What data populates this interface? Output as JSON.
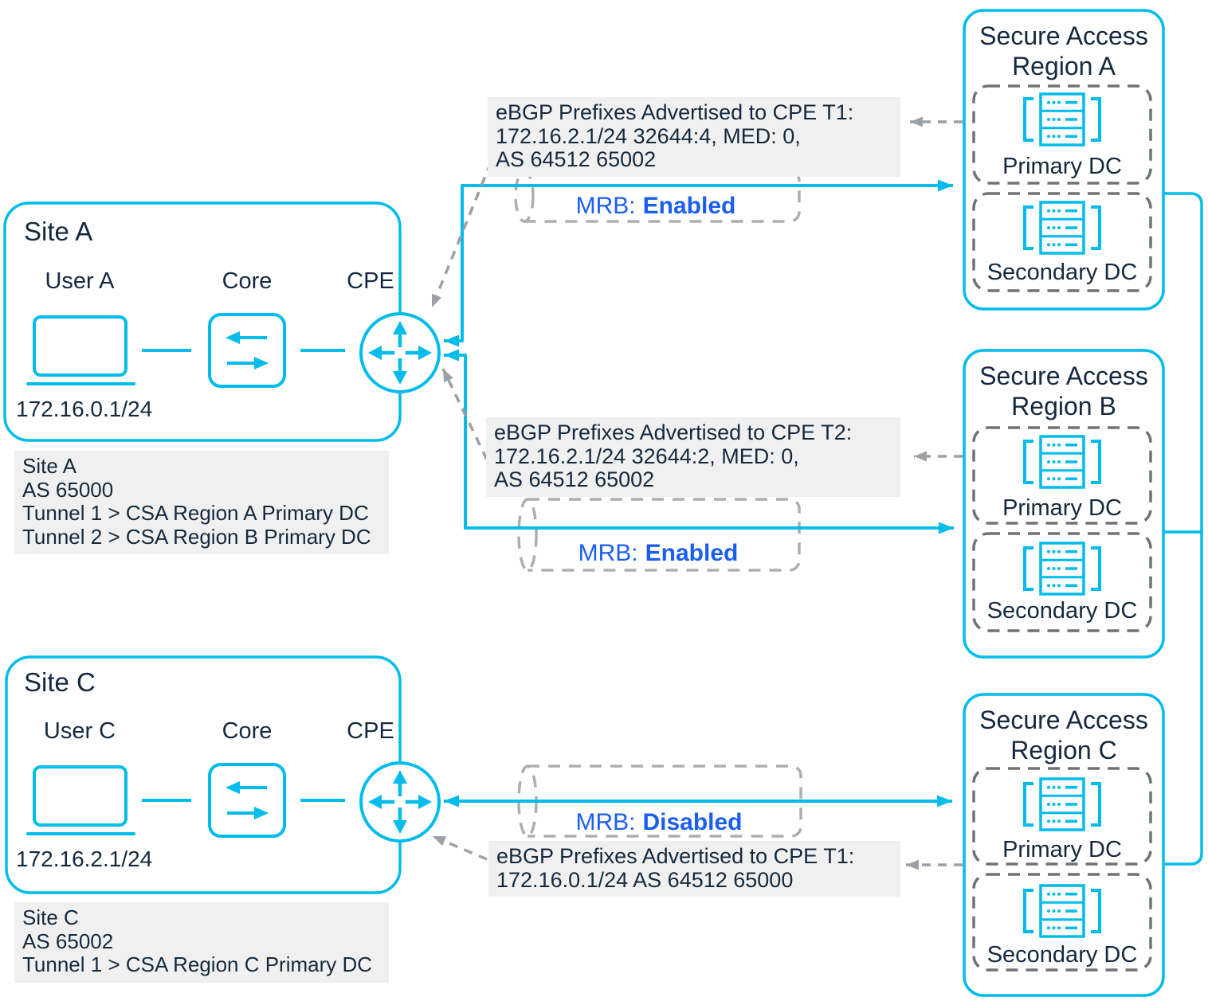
{
  "colors": {
    "cyan": "#00bceb",
    "navy": "#15293e",
    "mrb_blue": "#1b5ef2",
    "dash_gray": "#9ba0a6",
    "dc_dash_gray": "#6e7378",
    "label_bg": "#f0f0f0"
  },
  "sites": [
    {
      "title": "Site A",
      "user_label": "User A",
      "core_label": "Core",
      "cpe_label": "CPE",
      "ip": "172.16.0.1/24",
      "info": [
        "Site A",
        "AS 65000",
        "Tunnel 1 > CSA Region A Primary DC",
        "Tunnel 2 > CSA Region B Primary DC"
      ]
    },
    {
      "title": "Site C",
      "user_label": "User C",
      "core_label": "Core",
      "cpe_label": "CPE",
      "ip": "172.16.2.1/24",
      "info": [
        "Site C",
        "AS 65002",
        "Tunnel 1 > CSA Region C Primary DC"
      ]
    }
  ],
  "regions": [
    {
      "title1": "Secure Access",
      "title2": "Region A",
      "primary_label": "Primary DC",
      "secondary_label": "Secondary DC"
    },
    {
      "title1": "Secure Access",
      "title2": "Region B",
      "primary_label": "Primary DC",
      "secondary_label": "Secondary DC"
    },
    {
      "title1": "Secure Access",
      "title2": "Region C",
      "primary_label": "Primary DC",
      "secondary_label": "Secondary DC"
    }
  ],
  "bgp_labels": [
    {
      "lines": [
        "eBGP Prefixes Advertised to CPE T1:",
        "172.16.2.1/24 32644:4, MED: 0,",
        "AS 64512 65002"
      ]
    },
    {
      "lines": [
        "eBGP Prefixes Advertised to CPE T2:",
        "172.16.2.1/24 32644:2, MED: 0,",
        "AS 64512 65002"
      ]
    },
    {
      "lines": [
        "eBGP Prefixes Advertised to CPE T1:",
        "172.16.0.1/24 AS 64512 65000"
      ]
    }
  ],
  "tunnels": [
    {
      "prefix": "MRB:",
      "status": "Enabled"
    },
    {
      "prefix": "MRB:",
      "status": "Enabled"
    },
    {
      "prefix": "MRB:",
      "status": "Disabled"
    }
  ]
}
